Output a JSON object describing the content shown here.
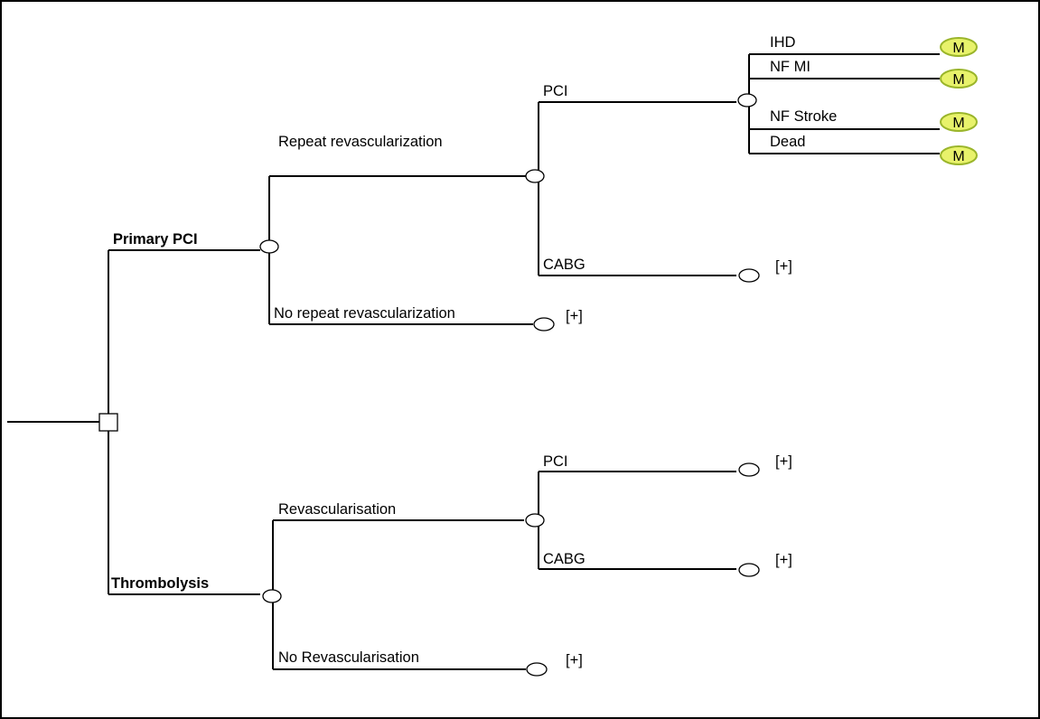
{
  "tree": {
    "root": {
      "icon": "decision-node-square",
      "options": [
        {
          "label": "Primary PCI",
          "node_icon": "chance-node-circle",
          "branches": [
            {
              "label": "Repeat revascularization",
              "node_icon": "chance-node-circle",
              "branches": [
                {
                  "label": "PCI",
                  "node_icon": "chance-node-circle",
                  "branches": [
                    {
                      "label": "IHD",
                      "terminal": "M"
                    },
                    {
                      "label": "NF MI",
                      "terminal": "M"
                    },
                    {
                      "label": "NF Stroke",
                      "terminal": "M"
                    },
                    {
                      "label": "Dead",
                      "terminal": "M"
                    }
                  ]
                },
                {
                  "label": "CABG",
                  "collapsed_marker": "[+]"
                }
              ]
            },
            {
              "label": "No repeat revascularization",
              "collapsed_marker": "[+]"
            }
          ]
        },
        {
          "label": "Thrombolysis",
          "node_icon": "chance-node-circle",
          "branches": [
            {
              "label": "Revascularisation",
              "node_icon": "chance-node-circle",
              "branches": [
                {
                  "label": "PCI",
                  "collapsed_marker": "[+]"
                },
                {
                  "label": "CABG",
                  "collapsed_marker": "[+]"
                }
              ]
            },
            {
              "label": "No Revascularisation",
              "collapsed_marker": "[+]"
            }
          ]
        }
      ]
    }
  },
  "colors": {
    "markov_fill": "#e8f26b",
    "markov_stroke": "#9ab52a",
    "line": "#000000",
    "background": "#ffffff"
  }
}
